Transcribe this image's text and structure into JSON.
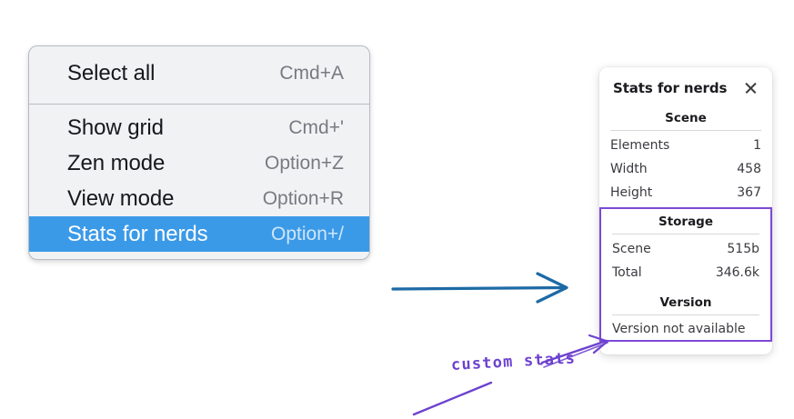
{
  "menu": {
    "sections": [
      {
        "items": [
          {
            "label": "Select all",
            "shortcut": "Cmd+A",
            "selected": false,
            "name": "menu-item-select-all"
          }
        ]
      },
      {
        "items": [
          {
            "label": "Show grid",
            "shortcut": "Cmd+'",
            "selected": false,
            "name": "menu-item-show-grid"
          },
          {
            "label": "Zen mode",
            "shortcut": "Option+Z",
            "selected": false,
            "name": "menu-item-zen-mode"
          },
          {
            "label": "View mode",
            "shortcut": "Option+R",
            "selected": false,
            "name": "menu-item-view-mode"
          },
          {
            "label": "Stats for nerds",
            "shortcut": "Option+/",
            "selected": true,
            "name": "menu-item-stats-for-nerds"
          }
        ]
      }
    ],
    "highlight_color": "#3b9ae8",
    "background_color": "#f1f2f4"
  },
  "stats_panel": {
    "title": "Stats for nerds",
    "close_icon": "close-icon",
    "sections": [
      {
        "heading": "Scene",
        "highlighted": false,
        "rows": [
          {
            "key": "Elements",
            "value": "1"
          },
          {
            "key": "Width",
            "value": "458"
          },
          {
            "key": "Height",
            "value": "367"
          }
        ]
      },
      {
        "heading": "Storage",
        "highlighted": true,
        "rows": [
          {
            "key": "Scene",
            "value": "515b"
          },
          {
            "key": "Total",
            "value": "346.6k"
          }
        ]
      },
      {
        "heading": "Version",
        "highlighted": true,
        "note": "Version not available",
        "rows": []
      }
    ],
    "highlight_border_color": "#7c49d6"
  },
  "annotations": {
    "arrow_blue_color": "#1d6aa5",
    "arrow_purple_color": "#6d42cf",
    "label": "custom stats"
  }
}
